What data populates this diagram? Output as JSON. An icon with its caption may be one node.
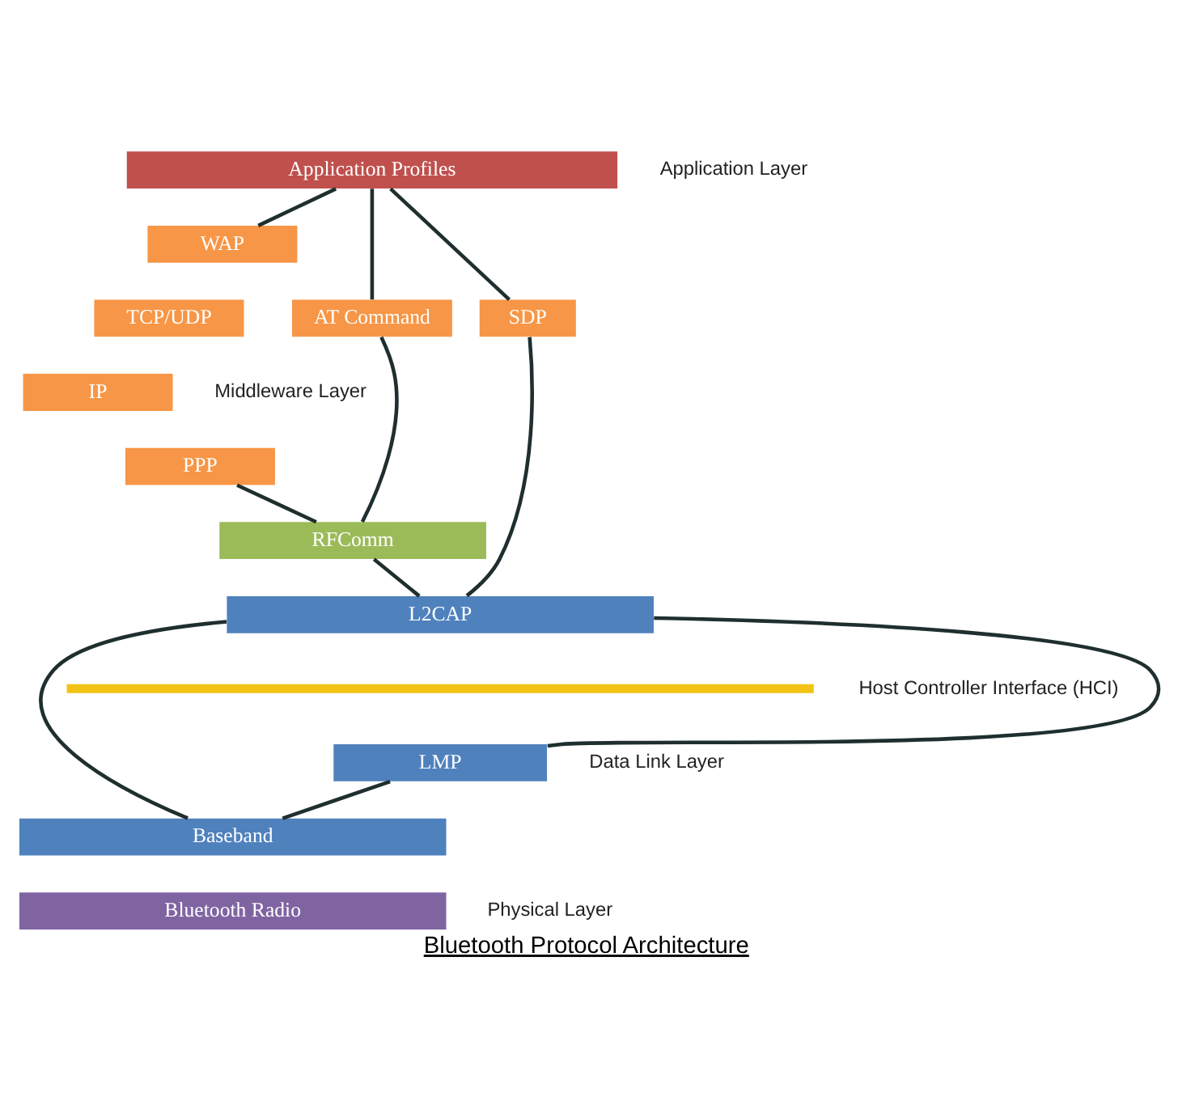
{
  "diagram": {
    "caption": "Bluetooth Protocol Architecture",
    "nodes": [
      {
        "text": [
          "Application Profiles"
        ]
      },
      {
        "text": [
          "WAP"
        ]
      },
      {
        "text": [
          "TCP/UDP"
        ]
      },
      {
        "text": [
          "IP"
        ]
      },
      {
        "text": [
          "PPP"
        ]
      },
      {
        "text": [
          "AT Command"
        ]
      },
      {
        "text": [
          "SDP"
        ]
      },
      {
        "text": [
          "RFComm"
        ]
      },
      {
        "text": [
          "L2CAP"
        ]
      },
      {
        "text": [
          "LMP"
        ]
      },
      {
        "text": [
          "Baseband"
        ]
      },
      {
        "text": [
          "Bluetooth Radio"
        ]
      }
    ],
    "edges": [
      {
        "from": 0,
        "to": 1,
        "arrow": "none"
      },
      {
        "from": 0,
        "to": 5,
        "arrow": "none"
      },
      {
        "from": 0,
        "to": 6,
        "arrow": "none"
      },
      {
        "from": 4,
        "to": 7,
        "arrow": "none"
      },
      {
        "from": 5,
        "to": 7,
        "arrow": "none"
      },
      {
        "from": 6,
        "to": 8,
        "arrow": "none"
      },
      {
        "from": 7,
        "to": 8,
        "arrow": "none"
      },
      {
        "from": 8,
        "to": 9,
        "arrow": "none"
      },
      {
        "from": 8,
        "to": 10,
        "arrow": "none"
      },
      {
        "from": 9,
        "to": 10,
        "arrow": "none"
      }
    ],
    "labels": [
      "Application Layer",
      "Middleware Layer",
      "Host Controller Interface (HCI)",
      "Data Link Layer",
      "Physical Layer"
    ]
  }
}
